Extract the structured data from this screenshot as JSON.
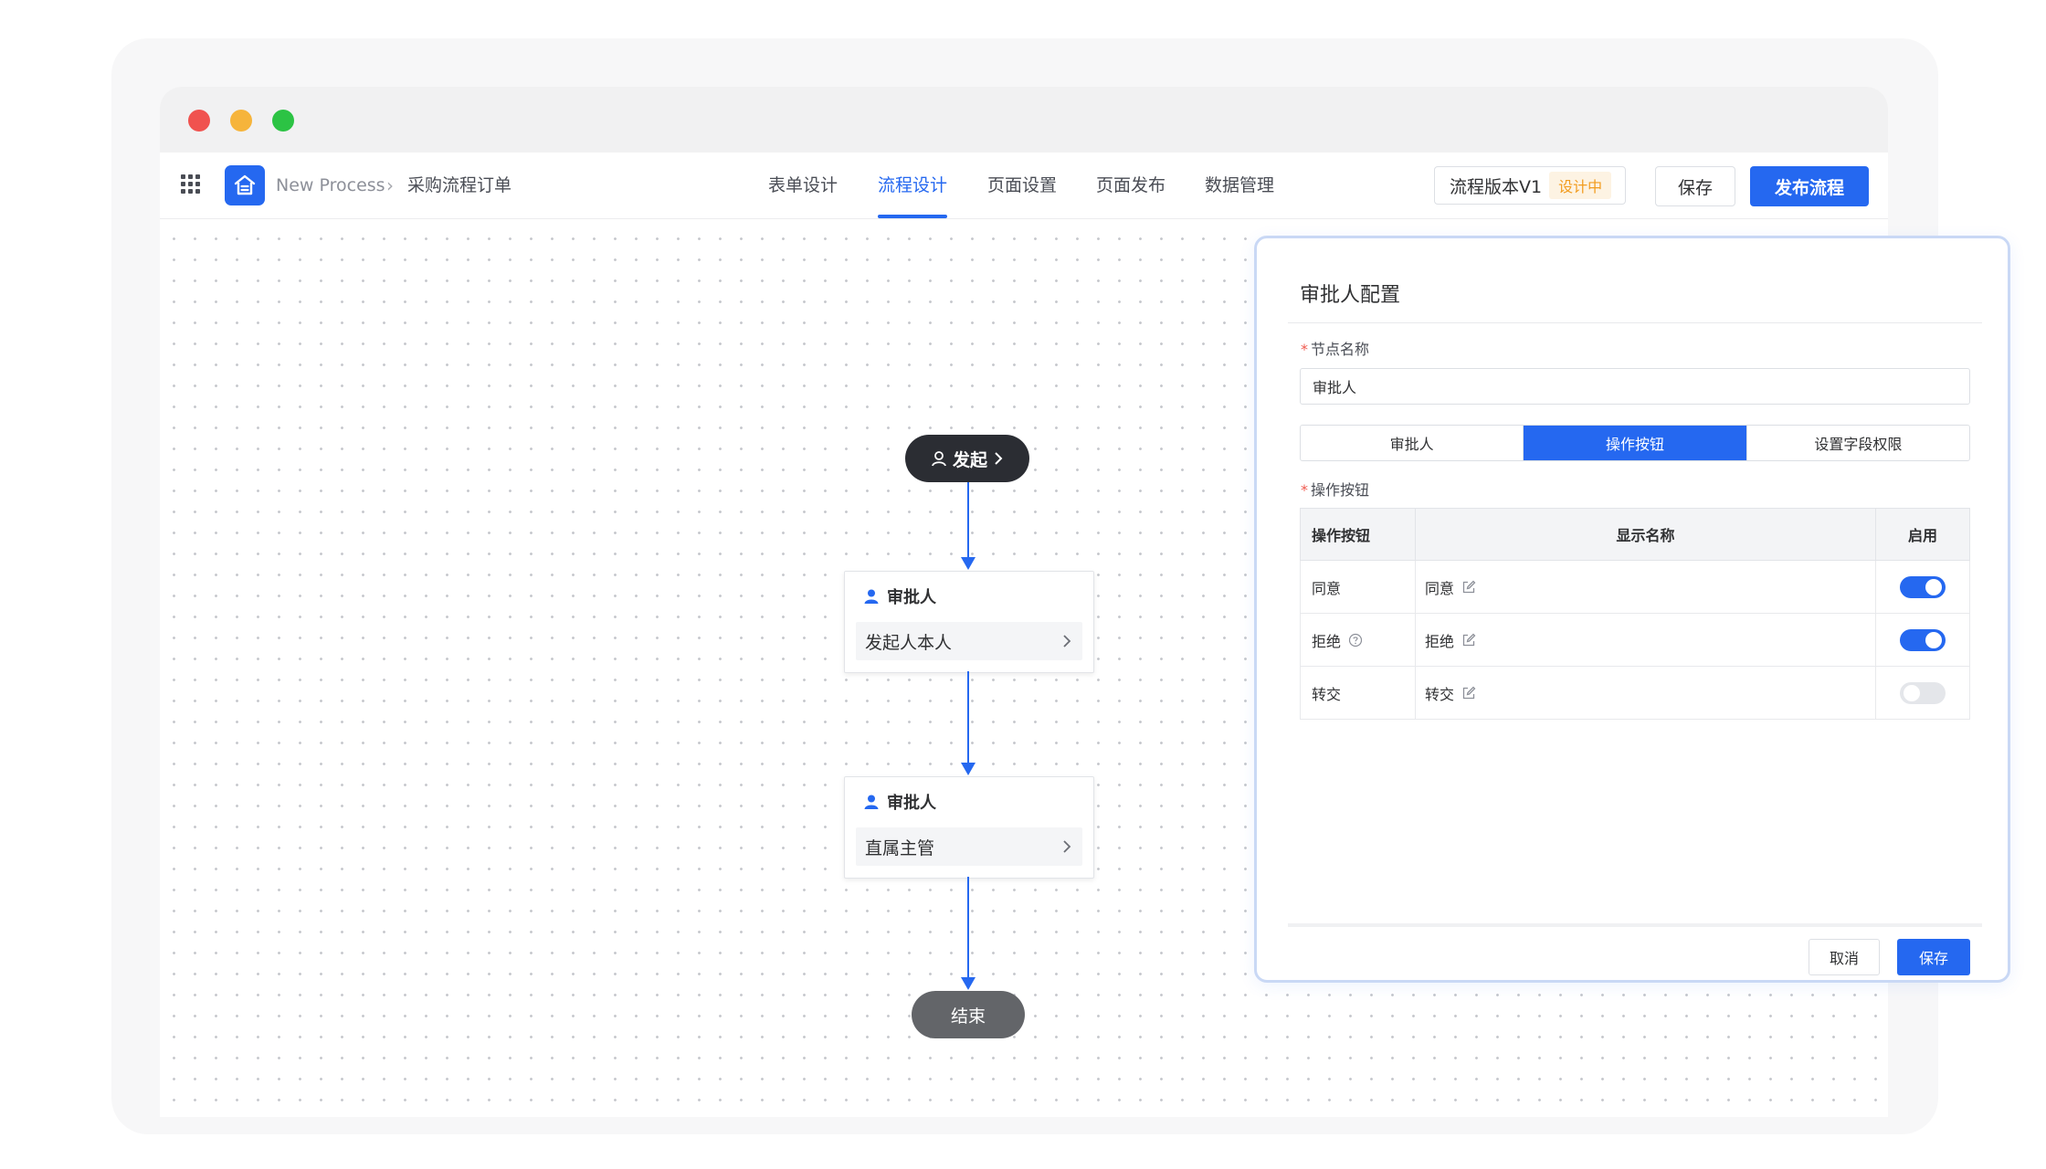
{
  "header": {
    "breadcrumb": [
      "New Process",
      "采购流程订单"
    ],
    "breadcrumb_separator": "›",
    "tabs": [
      {
        "label": "表单设计",
        "active": false
      },
      {
        "label": "流程设计",
        "active": true
      },
      {
        "label": "页面设置",
        "active": false
      },
      {
        "label": "页面发布",
        "active": false
      },
      {
        "label": "数据管理",
        "active": false
      }
    ],
    "version_label": "流程版本V1",
    "version_status": "设计中",
    "save_label": "保存",
    "publish_label": "发布流程"
  },
  "flow": {
    "start_label": "发起",
    "nodes": [
      {
        "title": "审批人",
        "value": "发起人本人"
      },
      {
        "title": "审批人",
        "value": "直属主管"
      }
    ],
    "end_label": "结束"
  },
  "panel": {
    "title": "审批人配置",
    "node_name_label": "节点名称",
    "node_name_value": "审批人",
    "tabs": [
      {
        "label": "审批人",
        "active": false
      },
      {
        "label": "操作按钮",
        "active": true
      },
      {
        "label": "设置字段权限",
        "active": false
      }
    ],
    "actions_label": "操作按钮",
    "table_headers": [
      "操作按钮",
      "显示名称",
      "启用"
    ],
    "rows": [
      {
        "op": "同意",
        "display": "同意",
        "enabled": true,
        "help": false
      },
      {
        "op": "拒绝",
        "display": "拒绝",
        "enabled": true,
        "help": true
      },
      {
        "op": "转交",
        "display": "转交",
        "enabled": false,
        "help": false
      }
    ],
    "cancel_label": "取消",
    "save_label": "保存"
  },
  "colors": {
    "accent": "#2568f0",
    "start_node": "#2b2d33",
    "end_node": "#636569",
    "badge_text": "#f29c1f",
    "badge_bg": "#fdf3e3"
  }
}
